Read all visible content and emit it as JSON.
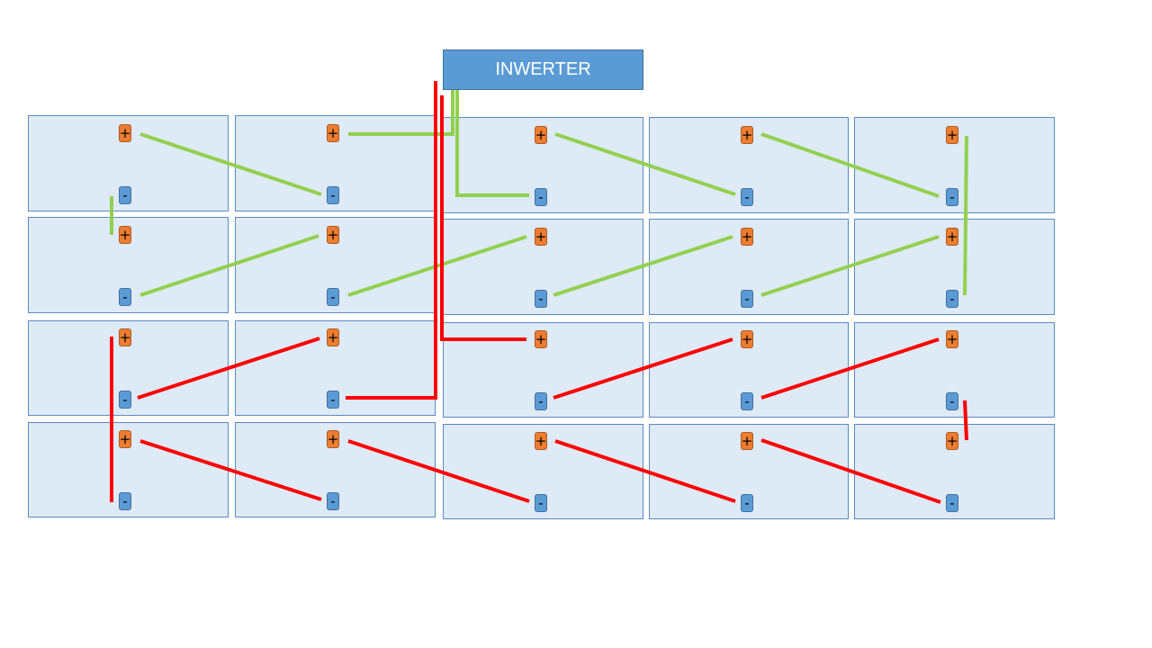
{
  "inverter": {
    "label": "INWERTER"
  },
  "terminal_symbols": {
    "positive": "+",
    "negative": "-"
  },
  "colors": {
    "panel_fill": "#deeaf6",
    "panel_border": "#5b8ac4",
    "inverter_fill": "#5b9bd5",
    "positive_terminal": "#ed7d31",
    "negative_terminal": "#5b9bd5",
    "string_green": "#92d050",
    "string_red": "#ff0000"
  },
  "array": {
    "rows": 4,
    "columns": 5
  },
  "strings": [
    {
      "id": "green",
      "color": "#92d050"
    },
    {
      "id": "red",
      "color": "#ff0000"
    }
  ]
}
